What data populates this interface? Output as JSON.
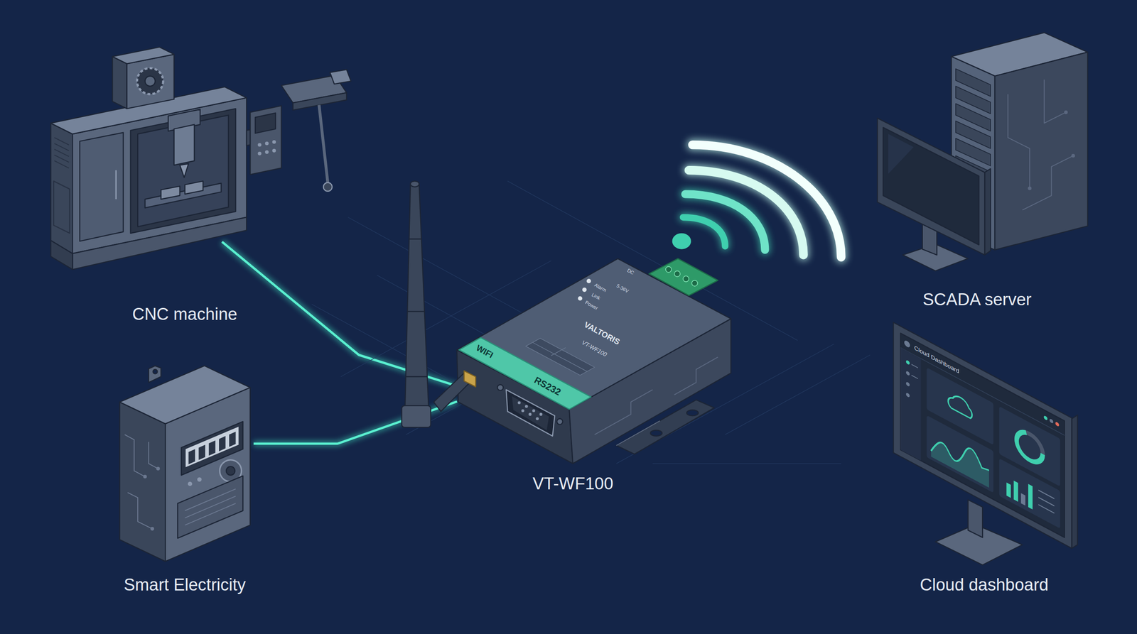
{
  "diagram": {
    "nodes": [
      {
        "text": [
          "CNC machine"
        ]
      },
      {
        "text": [
          "Smart Electricity"
        ]
      },
      {
        "text": [
          "VT-WF100"
        ]
      },
      {
        "text": [
          "SCADA server"
        ]
      },
      {
        "text": [
          "Cloud dashboard"
        ]
      }
    ],
    "edges": [
      {
        "from": 0,
        "to": 2,
        "arrow": "none"
      },
      {
        "from": 1,
        "to": 2,
        "arrow": "none"
      }
    ],
    "labels": [
      "VALTORIS",
      "VT-WF100",
      "WIFI",
      "RS232",
      "DC",
      "5-36V",
      "Alarm",
      "Link",
      "Power",
      "Cloud Dashboard"
    ]
  }
}
